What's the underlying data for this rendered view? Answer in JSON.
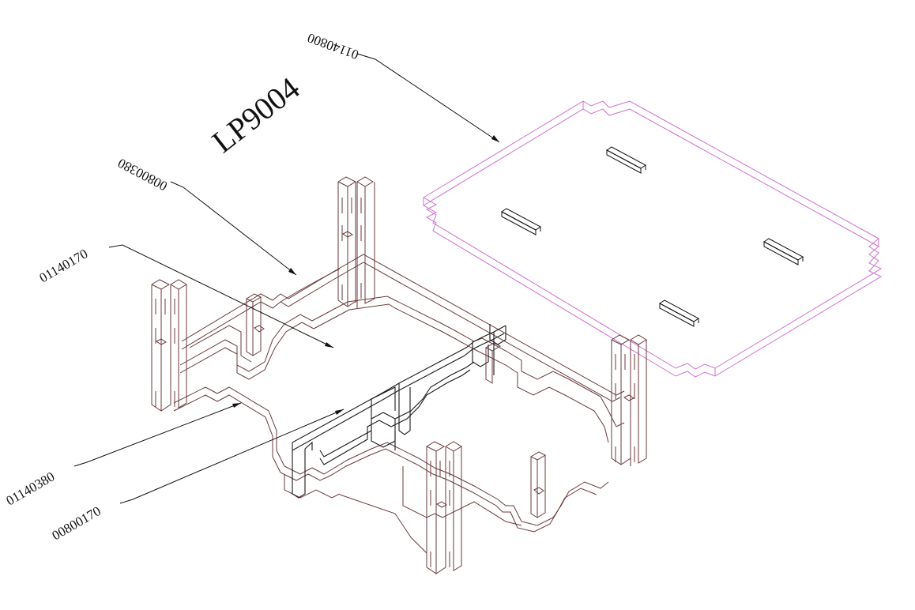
{
  "drawing": {
    "title": "LP9004",
    "callouts": {
      "top_board": "01140800",
      "long_runner": "00800380",
      "upper_beam": "01140170",
      "lower_beam": "01140380",
      "short_runner": "00800170"
    },
    "colors": {
      "frame": "#6a3a3a",
      "frame_dark": "#1a1a1a",
      "top_board": "#d070d0",
      "annotation": "#111111",
      "background": "#ffffff"
    }
  }
}
